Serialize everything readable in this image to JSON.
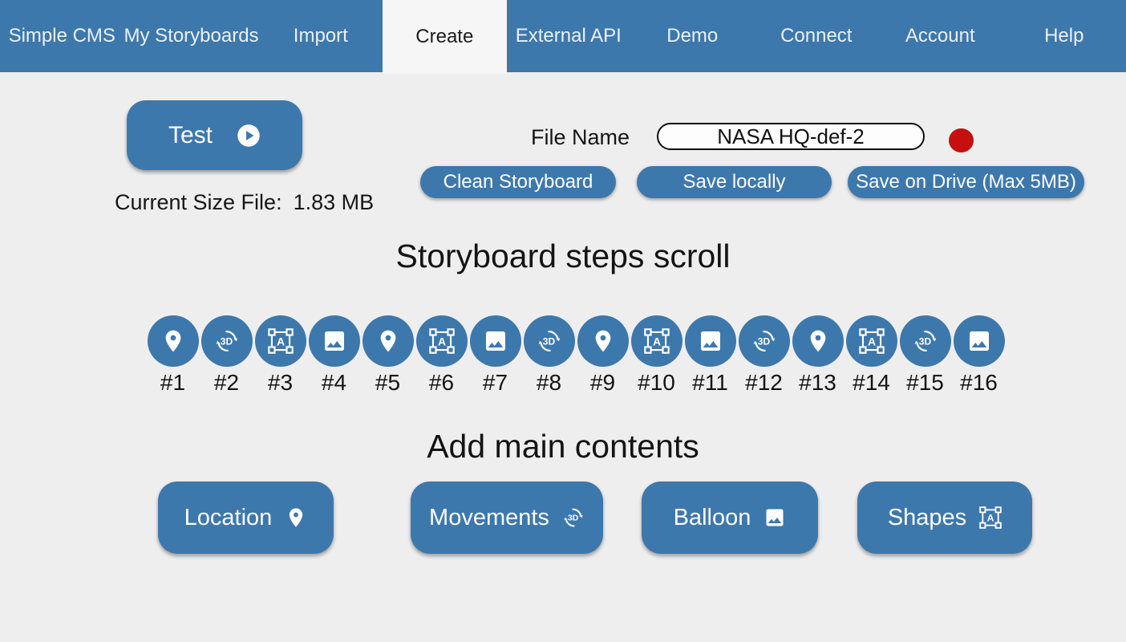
{
  "colors": {
    "accent": "#3d78ac",
    "page_bg": "#efeeee",
    "tab_bg": "#f7f6f6",
    "dot_red": "#c60f0f",
    "ink": "#161616",
    "nav_text": "#e9f1f8"
  },
  "nav": {
    "items": [
      {
        "label": "Simple CMS",
        "active": false
      },
      {
        "label": "My Storyboards",
        "active": false
      },
      {
        "label": "Import",
        "active": false
      },
      {
        "label": "Create",
        "active": true
      },
      {
        "label": "External API",
        "active": false
      },
      {
        "label": "Demo",
        "active": false
      },
      {
        "label": "Connect",
        "active": false
      },
      {
        "label": "Account",
        "active": false
      },
      {
        "label": "Help",
        "active": false
      }
    ]
  },
  "toolbar": {
    "test_label": "Test",
    "current_size_label": "Current Size File:",
    "current_size_value": "1.83 MB",
    "file_name_label": "File Name",
    "file_name_value": "NASA HQ-def-2",
    "clean_label": "Clean Storyboard",
    "save_locally_label": "Save locally",
    "save_drive_label": "Save on Drive (Max 5MB)",
    "indicator": "red-dot"
  },
  "steps": {
    "title": "Storyboard steps scroll",
    "items": [
      {
        "num": "#1",
        "icon": "location"
      },
      {
        "num": "#2",
        "icon": "3d"
      },
      {
        "num": "#3",
        "icon": "shapes"
      },
      {
        "num": "#4",
        "icon": "image"
      },
      {
        "num": "#5",
        "icon": "location"
      },
      {
        "num": "#6",
        "icon": "shapes"
      },
      {
        "num": "#7",
        "icon": "image"
      },
      {
        "num": "#8",
        "icon": "3d"
      },
      {
        "num": "#9",
        "icon": "location"
      },
      {
        "num": "#10",
        "icon": "shapes"
      },
      {
        "num": "#11",
        "icon": "image"
      },
      {
        "num": "#12",
        "icon": "3d"
      },
      {
        "num": "#13",
        "icon": "location"
      },
      {
        "num": "#14",
        "icon": "shapes"
      },
      {
        "num": "#15",
        "icon": "3d"
      },
      {
        "num": "#16",
        "icon": "image"
      }
    ]
  },
  "contents": {
    "title": "Add main contents",
    "buttons": [
      {
        "label": "Location",
        "icon": "location"
      },
      {
        "label": "Movements",
        "icon": "3d"
      },
      {
        "label": "Balloon",
        "icon": "image"
      },
      {
        "label": "Shapes",
        "icon": "shapes"
      }
    ]
  }
}
